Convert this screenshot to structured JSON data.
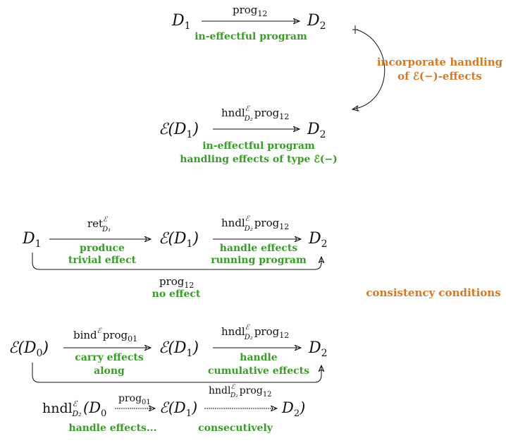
{
  "colors": {
    "green": "#3a9a2a",
    "orange": "#d07a2a",
    "black": "#111111"
  },
  "top": {
    "d1": "D",
    "d1_sub": "1",
    "arrow_label_main": "prog",
    "arrow_label_sub": "12",
    "d2": "D",
    "d2_sub": "2",
    "caption": "in-effectful program",
    "side_note_line1": "incorporate handling",
    "side_note_line2": "of ℰ(−)-effects",
    "bottom_left": "ℰ(D",
    "bottom_left_sub": "1",
    "bottom_left_close": ")",
    "bottom_arrow_hndl": "hndl",
    "bottom_arrow_sup": "ℰ",
    "bottom_arrow_sub": "D₂",
    "bottom_arrow_prog": "prog",
    "bottom_arrow_prog_sub": "12",
    "bottom_right": "D",
    "bottom_right_sub": "2",
    "bottom_caption_line1": "in-effectful program",
    "bottom_caption_line2": "handling effects of type ℰ(−)"
  },
  "middle": {
    "d1": "D",
    "d1_sub": "1",
    "ret": "ret",
    "ret_sup": "ℰ",
    "ret_sub": "D₁",
    "caption_left1": "produce",
    "caption_left2": "trivial effect",
    "e_d1": "ℰ(D",
    "e_d1_sub": "1",
    "e_d1_close": ")",
    "hndl": "hndl",
    "hndl_sup": "ℰ",
    "hndl_sub": "D₂",
    "prog": "prog",
    "prog_sub": "12",
    "caption_right1": "handle effects",
    "caption_right2": "running program",
    "d2": "D",
    "d2_sub": "2",
    "loop_label": "prog",
    "loop_label_sub": "12",
    "loop_caption": "no effect",
    "side_note": "consistency conditions"
  },
  "bottom": {
    "e_d0": "ℰ(D",
    "e_d0_sub": "0",
    "e_d0_close": ")",
    "bind": "bind",
    "bind_sup": "ℰ",
    "bind_prog": "prog",
    "bind_prog_sub": "01",
    "caption_left1": "carry effects",
    "caption_left2": "along",
    "e_d1": "ℰ(D",
    "e_d1_sub": "1",
    "e_d1_close": ")",
    "hndl": "hndl",
    "hndl_sup": "ℰ",
    "hndl_sub": "D₂",
    "prog": "prog",
    "prog_sub": "12",
    "caption_right1": "handle",
    "caption_right2": "cumulative effects",
    "d2": "D",
    "d2_sub": "2",
    "loop_hndl": "hndl",
    "loop_hndl_sup": "ℰ",
    "loop_hndl_sub": "D₂",
    "loop_open": "(D",
    "loop_d0_sub": "0",
    "loop_prog01": "prog",
    "loop_prog01_sub": "01",
    "loop_e_d1": "ℰ(D",
    "loop_e_d1_sub": "1",
    "loop_e_d1_close": ")",
    "loop_hndl2": "hndl",
    "loop_hndl2_sup": "ℰ",
    "loop_hndl2_sub": "D₂",
    "loop_prog12": "prog",
    "loop_prog12_sub": "12",
    "loop_d2": "D",
    "loop_d2_sub": "2",
    "loop_close": ")",
    "caption_a": "handle effects...",
    "caption_b": "consecutively"
  }
}
